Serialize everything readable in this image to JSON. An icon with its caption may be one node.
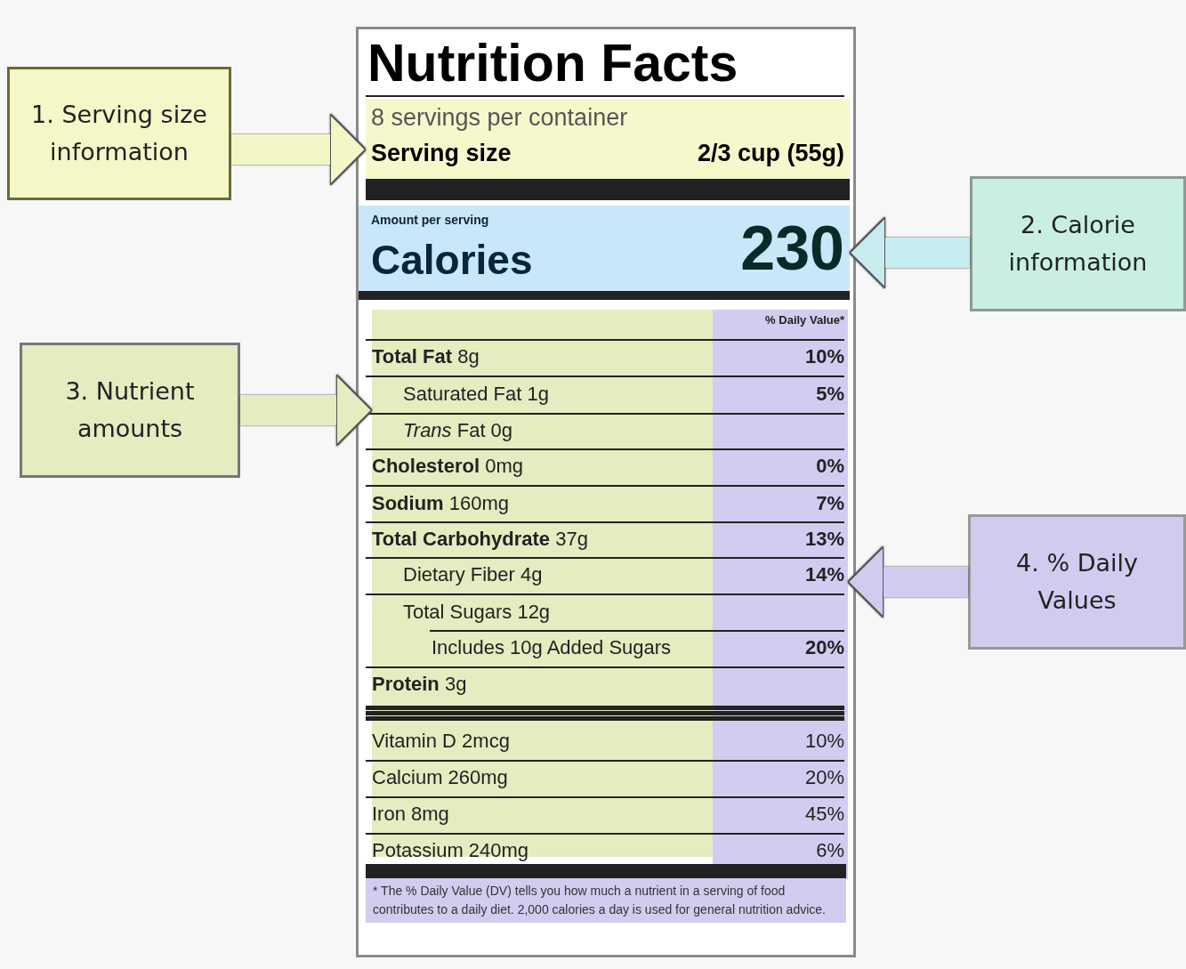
{
  "diagram": {
    "nodes": [
      {
        "text": [
          "1. Serving size information"
        ]
      },
      {
        "text": [
          "Nutrition Facts"
        ]
      },
      {
        "text": [
          "8 servings per container",
          "Serving size",
          "2/3 cup (55g)"
        ],
        "in": 1
      },
      {
        "text": [
          "Amount per serving",
          "Calories",
          "230"
        ],
        "in": 1
      },
      {
        "text": [
          "2. Calorie information"
        ]
      },
      {
        "text": [
          "3. Nutrient amounts"
        ]
      },
      {
        "text": [],
        "shape": "box",
        "in": 1
      },
      {
        "text": [],
        "shape": "box",
        "in": 1
      },
      {
        "text": [
          "4. % Daily Values"
        ]
      }
    ],
    "edges": [
      {
        "from": 0,
        "to": 2,
        "arrow": "to",
        "color": "#f3f6c6"
      },
      {
        "from": 4,
        "to": 3,
        "arrow": "to",
        "color": "#c6ecf0"
      },
      {
        "from": 5,
        "to": 6,
        "arrow": "to",
        "color": "#e4ecc0"
      },
      {
        "from": 8,
        "to": 7,
        "arrow": "to",
        "color": "#d0ccf0"
      }
    ],
    "labels": [
      "% Daily Value*",
      "**Total Fat** 8g",
      "10%",
      "Saturated Fat 1g",
      "5%",
      "*Trans* Fat 0g",
      "**Cholesterol** 0mg",
      "0%",
      "**Sodium** 160mg",
      "7%",
      "**Total Carbohydrate** 37g",
      "13%",
      "Dietary Fiber 4g",
      "14%",
      "Total Sugars 12g",
      "Includes 10g Added Sugars",
      "20%",
      "**Protein** 3g",
      "Vitamin D 2mcg",
      "10%",
      "Calcium 260mg",
      "20%",
      "Iron 8mg",
      "45%",
      "Potassium 240mg",
      "6%",
      "* The % Daily Value (DV) tells you how much a nutrient in a serving of food contributes to a daily diet. 2,000 calories a day is used for general nutrition advice."
    ]
  }
}
